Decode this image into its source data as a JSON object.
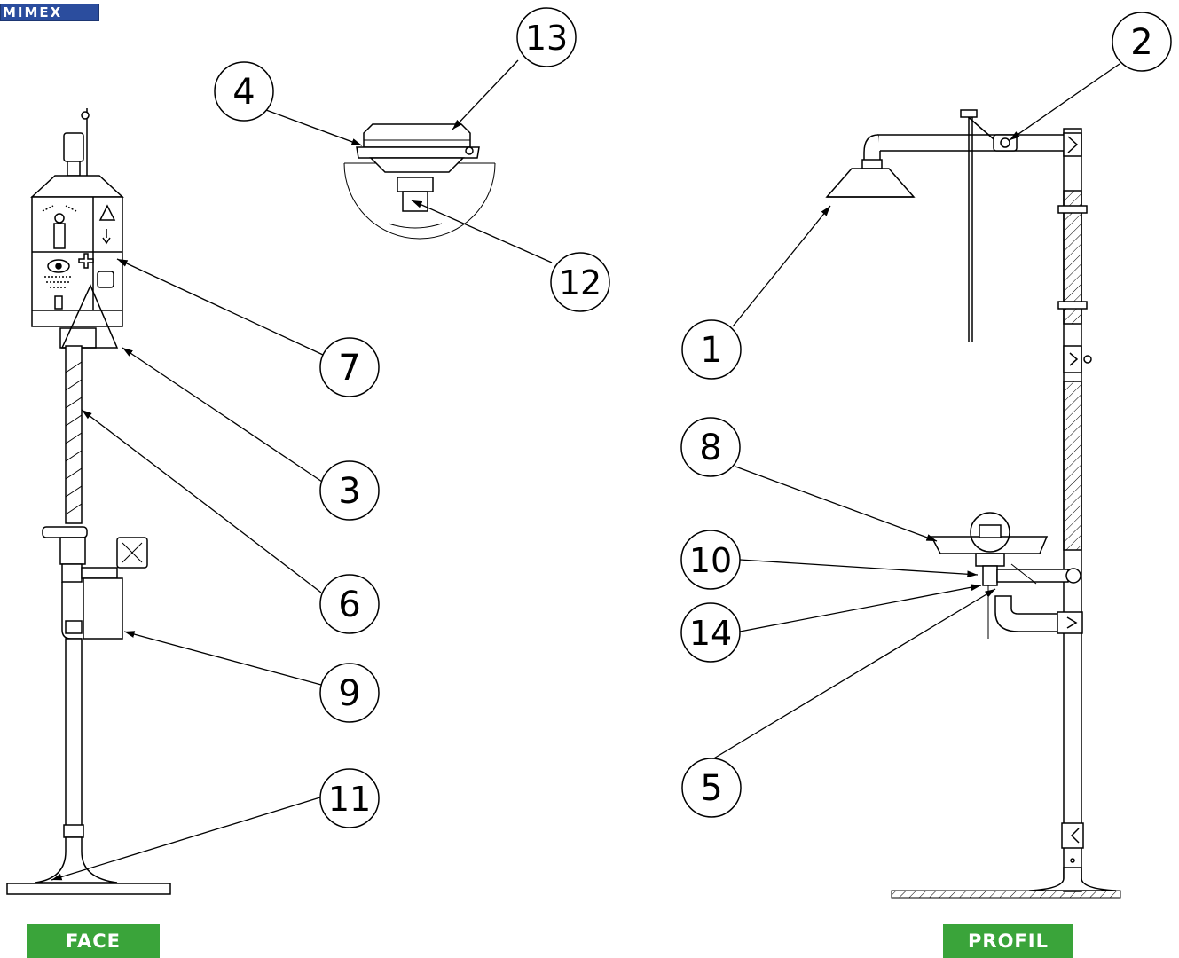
{
  "brand": {
    "logo_text": "MIMEX"
  },
  "views": {
    "left_label": "FACE",
    "right_label": "PROFIL"
  },
  "callouts": [
    "1",
    "2",
    "3",
    "4",
    "5",
    "6",
    "7",
    "8",
    "9",
    "10",
    "11",
    "12",
    "13",
    "14"
  ],
  "colors": {
    "label_bg": "#3aa43a",
    "logo_bg": "#2b4d9e",
    "line": "#000000"
  }
}
